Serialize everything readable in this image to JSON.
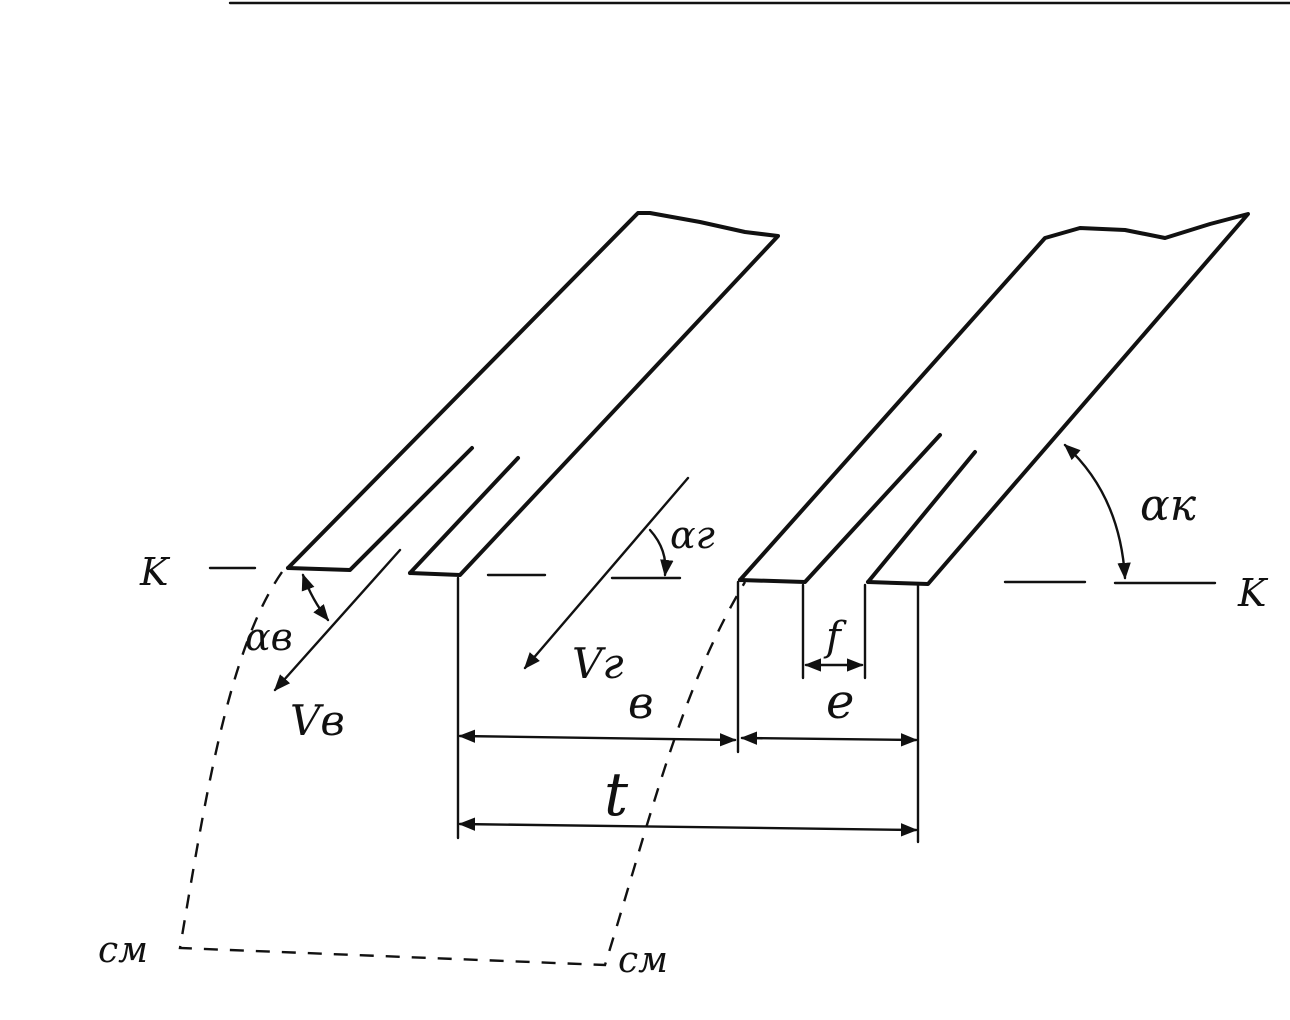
{
  "labels": {
    "k_left": "K",
    "k_right": "K",
    "alpha_b": "αв",
    "v_b": "Vв",
    "alpha_g": "αг",
    "v_g": "Vг",
    "b": "в",
    "alpha_k": "αк",
    "f": "f",
    "e": "e",
    "t": "t",
    "sm_left": "см",
    "sm_right": "см"
  }
}
